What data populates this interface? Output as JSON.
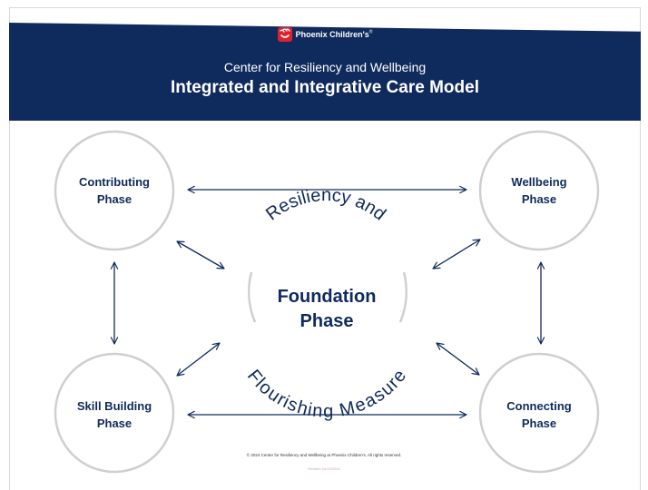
{
  "header": {
    "brand_name": "Phoenix Children's",
    "brand_mark": "®",
    "logo_icon": "phoenix-childrens-logo-icon",
    "subtitle": "Center for Resiliency and Wellbeing",
    "title": "Integrated and Integrative Care Model"
  },
  "colors": {
    "banner": "#0f2a5c",
    "text": "#0f2a5c",
    "circle_stroke": "#cfcfcf",
    "logo": "#e0202f"
  },
  "phases": {
    "contributing": [
      "Contributing",
      "Phase"
    ],
    "wellbeing": [
      "Wellbeing",
      "Phase"
    ],
    "skill_building": [
      "Skill Building",
      "Phase"
    ],
    "connecting": [
      "Connecting",
      "Phase"
    ]
  },
  "center": {
    "title_line1": "Foundation",
    "title_line2": "Phase",
    "arc_top": "Resiliency and",
    "arc_bottom": "Flourishing Measure"
  },
  "footer": {
    "copyright": "© 2024 Center for Resiliency and Wellbeing at Phoenix Children's. All rights reserved.",
    "revised": "Revised 04/22/2024"
  }
}
